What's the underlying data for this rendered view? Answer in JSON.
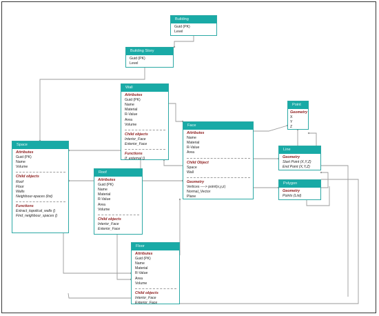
{
  "entities": {
    "building": {
      "title": "Building",
      "lines": [
        "Guid (PK)",
        "Level"
      ]
    },
    "building_story": {
      "title": "Building Story",
      "lines": [
        "Guid (PK)",
        "Level"
      ]
    },
    "wall": {
      "title": "Wall",
      "attributes_label": "Attributes",
      "attributes": [
        "Guid (PK)",
        "Name",
        "Material",
        "R-Value",
        "Area",
        "Volume"
      ],
      "child_label": "Child objects",
      "children": [
        "Interior_Face",
        "Exterior_Face"
      ],
      "functions_label": "Functions",
      "functions": [
        "If_external ()"
      ]
    },
    "space": {
      "title": "Space",
      "attributes_label": "Attributes",
      "attributes": [
        "Guid (PK)",
        "Name",
        "Volume"
      ],
      "child_label": "Child objects",
      "children": [
        "Roof",
        "Floor",
        "Walls",
        "Neighbour-spaces (list)"
      ],
      "functions_label": "Functions",
      "functions": [
        "Extract_topolical_walls ()",
        "Find_neighbour_spaces ()"
      ]
    },
    "roof": {
      "title": "Roof",
      "attributes_label": "Attributes",
      "attributes": [
        "Guid (PK)",
        "Name",
        "Material",
        "R-Value",
        "Area",
        "Volume"
      ],
      "child_label": "Child objects",
      "children": [
        "Interior_Face",
        "Exterior_Face"
      ]
    },
    "face": {
      "title": "Face",
      "attributes_label": "Attributes",
      "attributes": [
        "Name",
        "Material",
        "R-Value",
        "Area"
      ],
      "child_label": "Child Object",
      "children": [
        "Space",
        "Wall"
      ],
      "geometry_label": "Geometry",
      "geometry": [
        "Vertices ----> point(x,y,z)",
        "Normal_Vector",
        "Plane"
      ]
    },
    "point": {
      "title": "Point",
      "geometry_label": "Geometry",
      "geometry": [
        "X",
        "Y",
        "Z"
      ]
    },
    "line": {
      "title": "Line",
      "geometry_label": "Geometry",
      "geometry": [
        "Start Point (X,Y,Z)",
        "End Point (X,Y,Z)"
      ]
    },
    "polygon": {
      "title": "Polygon",
      "geometry_label": "Geometry",
      "geometry": [
        "Points (List)"
      ]
    },
    "floor": {
      "title": "Floor",
      "attributes_label": "Attributes",
      "attributes": [
        "Guid (PK)",
        "Name",
        "Material",
        "R-Value",
        "Area",
        "Volume"
      ],
      "child_label": "Child objects",
      "children": [
        "Interior_Face",
        "Exterior_Face"
      ]
    }
  },
  "colors": {
    "header": "#19aaa6",
    "border": "#2aa8a4",
    "section": "#8b1a1a",
    "connector": "#9a9a9a"
  }
}
